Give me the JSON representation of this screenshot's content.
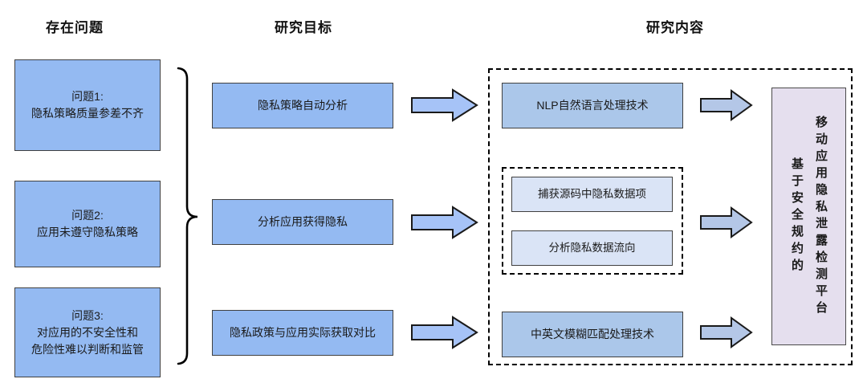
{
  "headers": {
    "problems": "存在问题",
    "goals": "研究目标",
    "content": "研究内容"
  },
  "problems": [
    {
      "text": "问题1:\n隐私策略质量参差不齐"
    },
    {
      "text": "问题2:\n应用未遵守隐私策略"
    },
    {
      "text": "问题3:\n对应用的不安全性和\n危险性难以判断和监管"
    }
  ],
  "goals": [
    {
      "text": "隐私策略自动分析"
    },
    {
      "text": "分析应用获得隐私"
    },
    {
      "text": "隐私政策与应用实际获取对比"
    }
  ],
  "content": {
    "technique_top": "NLP自然语言处理技术",
    "sub_group": [
      {
        "text": "捕获源码中隐私数据项"
      },
      {
        "text": "分析隐私数据流向"
      }
    ],
    "technique_bottom": "中英文模糊匹配处理技术",
    "platform": {
      "prefix_vertical": "基于安全规约的",
      "name_vertical": "移动应用隐私泄露检测平台"
    }
  },
  "icons": {
    "brace": "curly-brace-right",
    "arrow": "block-arrow-right"
  },
  "colors": {
    "box_blue": "#94BAF2",
    "box_blue_muted": "#ABC7EA",
    "box_blue_light": "#DAE4F6",
    "box_purple": "#E5DFEE",
    "arrow_bright": "#A6C3F7",
    "arrow_muted": "#B4C7E7",
    "border_dark": "#404040",
    "dashed_border": "#000000"
  }
}
